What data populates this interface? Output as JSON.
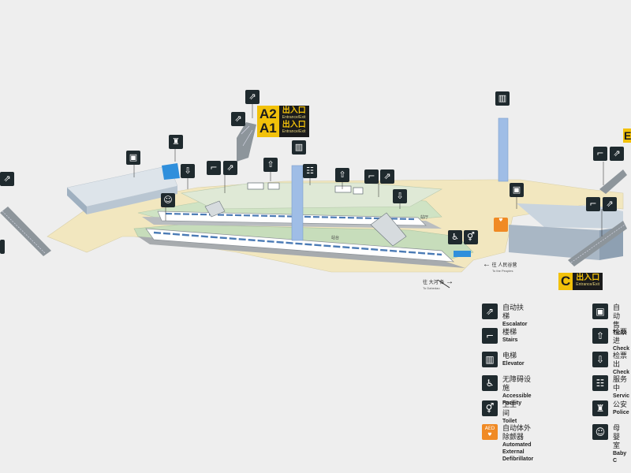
{
  "exits": {
    "a2": {
      "letter": "A2",
      "cn": "出入口",
      "en": "Entrance/Exit"
    },
    "a1": {
      "letter": "A1",
      "cn": "出入口",
      "en": "Entrance/Exit"
    },
    "c": {
      "letter": "C",
      "cn": "出入口",
      "en": "Entrance/Exit"
    },
    "b_partial": "E"
  },
  "directions": {
    "to_renminqiying": {
      "arrow": "←",
      "cn": "往 人民谷营",
      "en": "To the Peoples"
    },
    "to_dahedao": {
      "arrow": "→",
      "cn": "往 大河 各",
      "en": "To Dahedao"
    }
  },
  "map_labels": {
    "zhanting": "站厅",
    "zhantai": "站台"
  },
  "icons": {
    "escalator": "escalator-icon",
    "stairs": "stairs-icon",
    "elevator": "elevator-icon",
    "accessible": "wheelchair-icon",
    "toilet": "toilet-icon",
    "aed": "aed-icon",
    "ticket": "ticket-machine-icon",
    "check_in": "check-in-gate-icon",
    "check_out": "check-out-gate-icon",
    "service": "service-center-icon",
    "police": "police-icon",
    "baby": "baby-care-icon"
  },
  "legend": {
    "escalator": {
      "cn": "自动扶梯",
      "en": "Escalator"
    },
    "stairs": {
      "cn": "楼梯",
      "en": "Stairs"
    },
    "elevator": {
      "cn": "电梯",
      "en": "Elevator"
    },
    "accessible": {
      "cn": "无障碍设施",
      "en": "Accessible Facility"
    },
    "toilet": {
      "cn": "卫生间",
      "en": "Toilet"
    },
    "aed": {
      "cn": "自动体外除颤器",
      "en": "Automated External",
      "en2": "Defibrillator",
      "badge": "AED"
    },
    "ticket": {
      "cn": "自动售",
      "en": "Ticke"
    },
    "check_in": {
      "cn": "检票进",
      "en": "Check"
    },
    "check_out": {
      "cn": "检票出",
      "en": "Check"
    },
    "service": {
      "cn": "服务中",
      "en": "Servic"
    },
    "police": {
      "cn": "公安",
      "en": "Police"
    },
    "baby": {
      "cn": "母婴室",
      "en": "Baby C"
    }
  },
  "colors": {
    "background": "#eeeeee",
    "concourse": "#f2e7bf",
    "platform": "#cfe3c4",
    "sign": "#1f2a2e",
    "exit_yellow": "#f2c10a",
    "elevator_blue": "#9fbde6",
    "accent_blue": "#2f8fdc",
    "aed_orange": "#f08a24"
  }
}
